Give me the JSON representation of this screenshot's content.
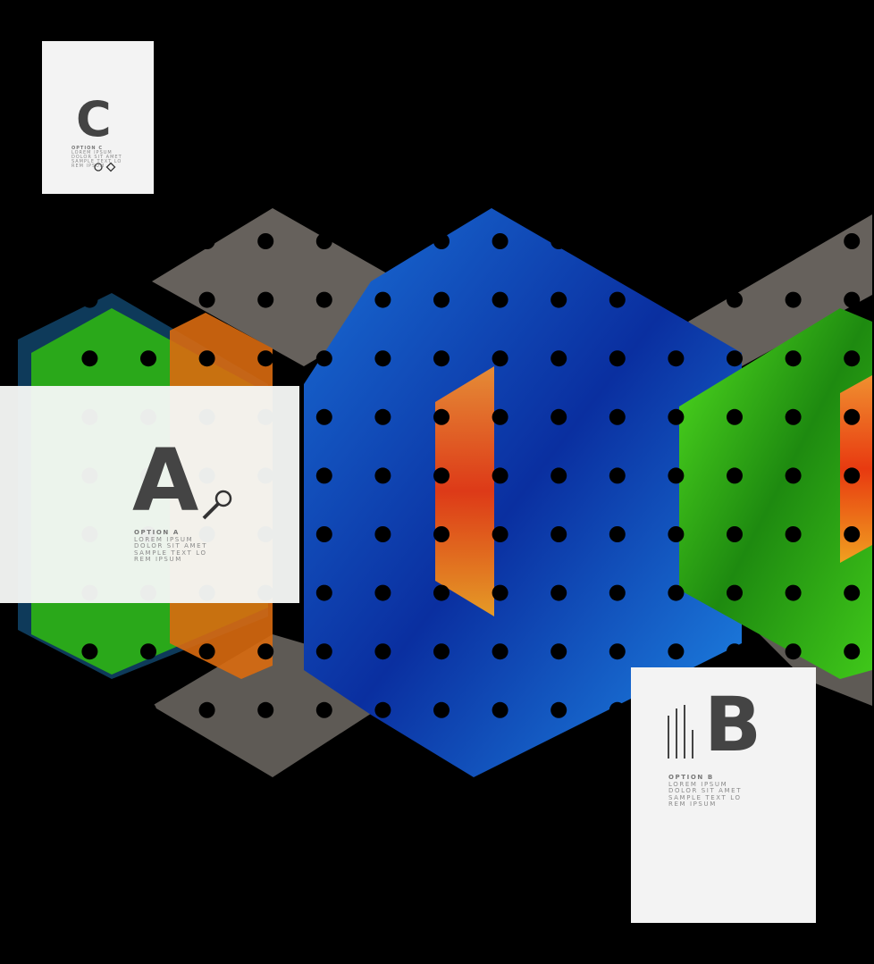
{
  "colors": {
    "background": "#000000",
    "blue": "#1f7ae0",
    "green": "#3cc01e",
    "orange": "#f07a10",
    "gray": "#66615c",
    "card": "#f3f3f3",
    "letter": "#444444"
  },
  "cards": {
    "c": {
      "letter": "C",
      "title": "OPTION C",
      "lines": [
        "LOREM IPSUM",
        "DOLOR SIT AMET",
        "SAMPLE TEXT LO",
        "REM IPSUM"
      ],
      "icon": "circle-diamond-icon"
    },
    "a": {
      "letter": "A",
      "title": "OPTION A",
      "lines": [
        "LOREM IPSUM",
        "DOLOR SIT AMET",
        "SAMPLE TEXT LO",
        "REM IPSUM"
      ],
      "icon": "magnifier-icon"
    },
    "b": {
      "letter": "B",
      "title": "OPTION B",
      "lines": [
        "LOREM IPSUM",
        "DOLOR SIT AMET",
        "SAMPLE TEXT LO",
        "REM IPSUM"
      ],
      "icon": "bar-lines-icon"
    }
  }
}
